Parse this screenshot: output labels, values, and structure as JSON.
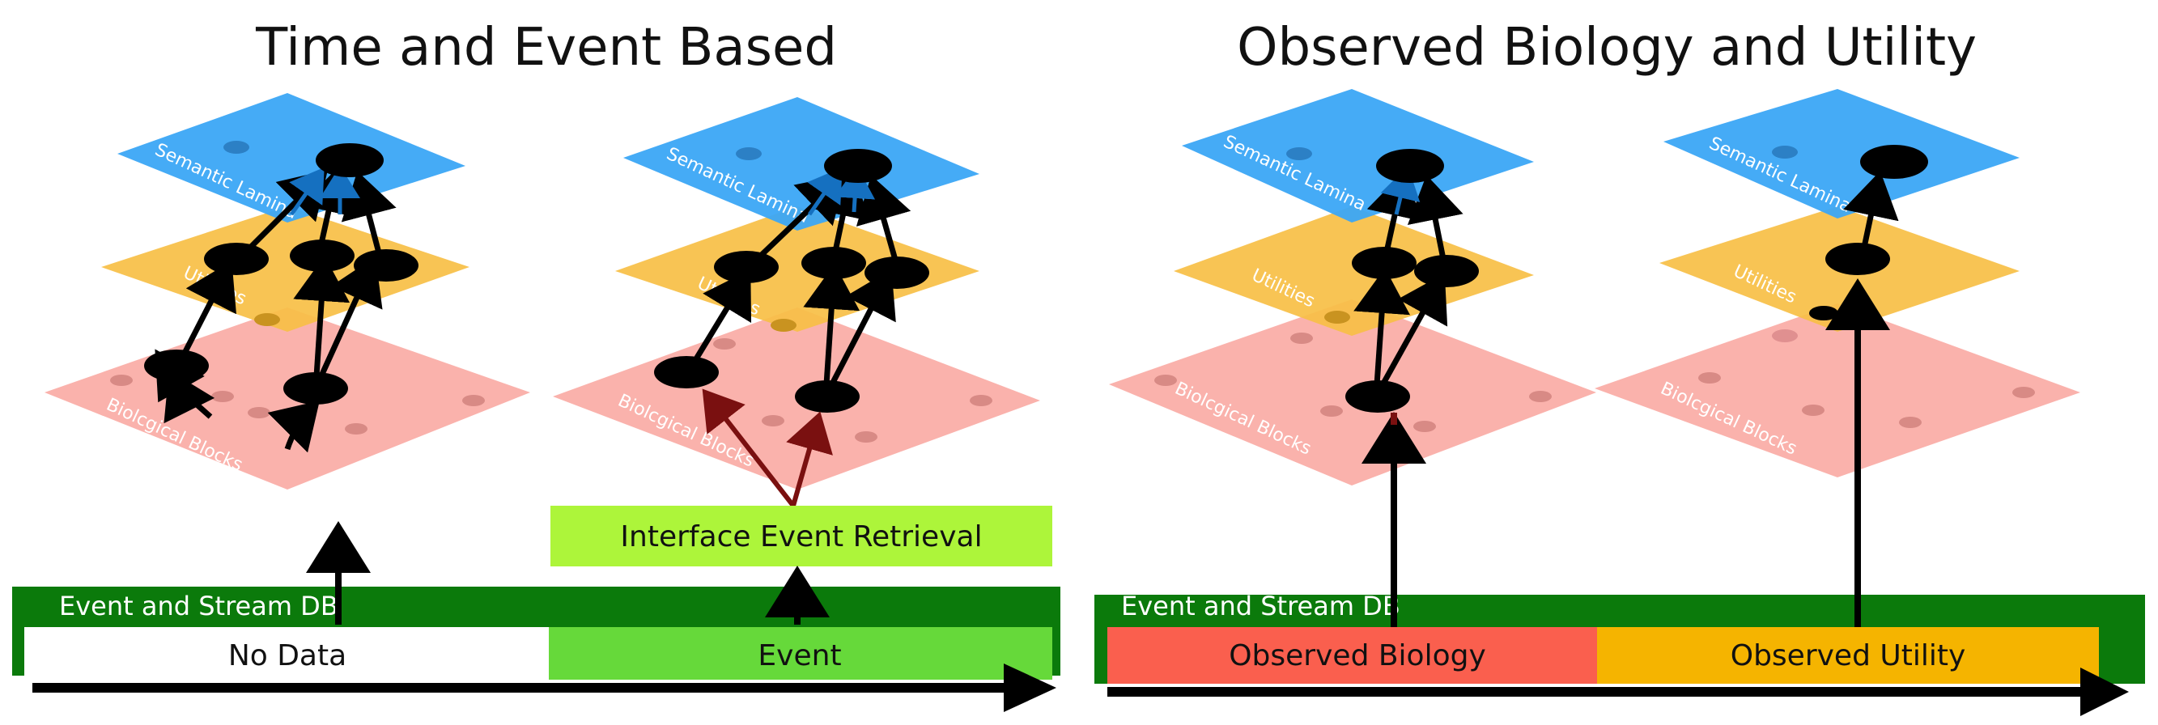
{
  "titles": {
    "left": "Time and Event Based",
    "right": "Observed Biology and Utility"
  },
  "layers": {
    "semantic": "Semantic  Lamina",
    "utilities": "Utilities",
    "biological": "Biolcgical Blocks"
  },
  "left_panel": {
    "db_label": "Event and Stream DB",
    "segment_1": "No Data",
    "segment_2": "Event",
    "interface_box": "Interface Event Retrieval"
  },
  "right_panel": {
    "db_label": "Event and Stream DB",
    "segment_1": "Observed Biology",
    "segment_2": "Observed Utility"
  },
  "colors": {
    "semantic": "#3ba6f5",
    "utilities": "#f7bf45",
    "biological": "#f9aaa3",
    "db_bar": "#0b7a0b",
    "event_segment": "#66d93a",
    "interface_box": "#adf53a",
    "observed_biology": "#fa5f4e",
    "observed_utility": "#f5b400"
  }
}
